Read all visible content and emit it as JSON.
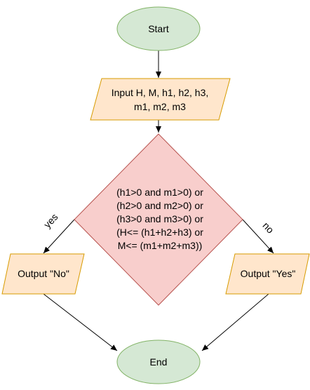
{
  "nodes": {
    "start": {
      "label": "Start",
      "shape": "ellipse",
      "fill": "#d5e8d4",
      "stroke": "#82b366"
    },
    "input": {
      "lines": [
        "Input H, M, h1, h2, h3,",
        "m1, m2, m3"
      ],
      "shape": "parallelogram",
      "fill": "#ffe6cc",
      "stroke": "#d79b00"
    },
    "decision": {
      "lines": [
        "(h1>0 and m1>0) or",
        "(h2>0 and m2>0) or",
        "(h3>0 and m3>0) or",
        "(H<= (h1+h2+h3) or",
        "M<= (m1+m2+m3))"
      ],
      "shape": "diamond",
      "fill": "#f8cecc",
      "stroke": "#b85450"
    },
    "output_no": {
      "label": "Output \"No\"",
      "shape": "parallelogram",
      "fill": "#ffe6cc",
      "stroke": "#d79b00"
    },
    "output_yes": {
      "label": "Output \"Yes\"",
      "shape": "parallelogram",
      "fill": "#ffe6cc",
      "stroke": "#d79b00"
    },
    "end": {
      "label": "End",
      "shape": "ellipse",
      "fill": "#d5e8d4",
      "stroke": "#82b366"
    }
  },
  "edges": {
    "yes_label": "yes",
    "no_label": "no"
  },
  "colors": {
    "line": "#000000"
  }
}
